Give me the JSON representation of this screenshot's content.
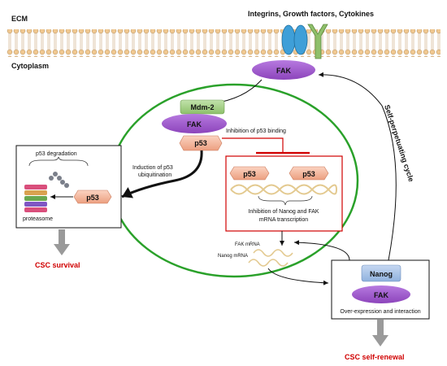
{
  "labels": {
    "ecm": "ECM",
    "cytoplasm": "Cytoplasm",
    "receptors": "Integrins, Growth factors, Cytokines",
    "self_perpetuating": "Self-perpetuating cycle",
    "csc_survival": "CSC survival",
    "csc_self_renewal": "CSC self-renewal"
  },
  "nodes": {
    "fak_membrane": "FAK",
    "mdm2": "Mdm-2",
    "fak_complex": "FAK",
    "p53_complex": "p53",
    "p53_left": "p53",
    "p53_right": "p53",
    "p53_proteasome": "p53",
    "nanog": "Nanog",
    "fak_nanog": "FAK"
  },
  "annotations": {
    "inhibition_binding": "Inhibition of p53 binding",
    "induction_line1": "Induction of p53",
    "induction_line2": "ubiquitination",
    "inhibition_nanog_line1": "Inhibition of Nanog and FAK",
    "inhibition_nanog_line2": "mRNA transcription",
    "p53_degradation": "p53 degradation",
    "proteasome": "proteasome",
    "fak_mrna": "FAK mRNA",
    "nanog_mrna": "Nanog mRNA",
    "overexpression": "Over-expression and interaction"
  },
  "colors": {
    "fak_purple": "#9a55c8",
    "mdm2_green": "#a6cf8a",
    "p53_salmon": "#f2b49a",
    "nanog_blue": "#a9c3e6",
    "cell_green": "#2aa12a",
    "inhibition_red": "#d00000",
    "arrow_gray": "#9a9a9a",
    "membrane_tan": "#e8c79a",
    "receptor_blue": "#3f9fd8",
    "receptor_green": "#8fbf6a"
  }
}
